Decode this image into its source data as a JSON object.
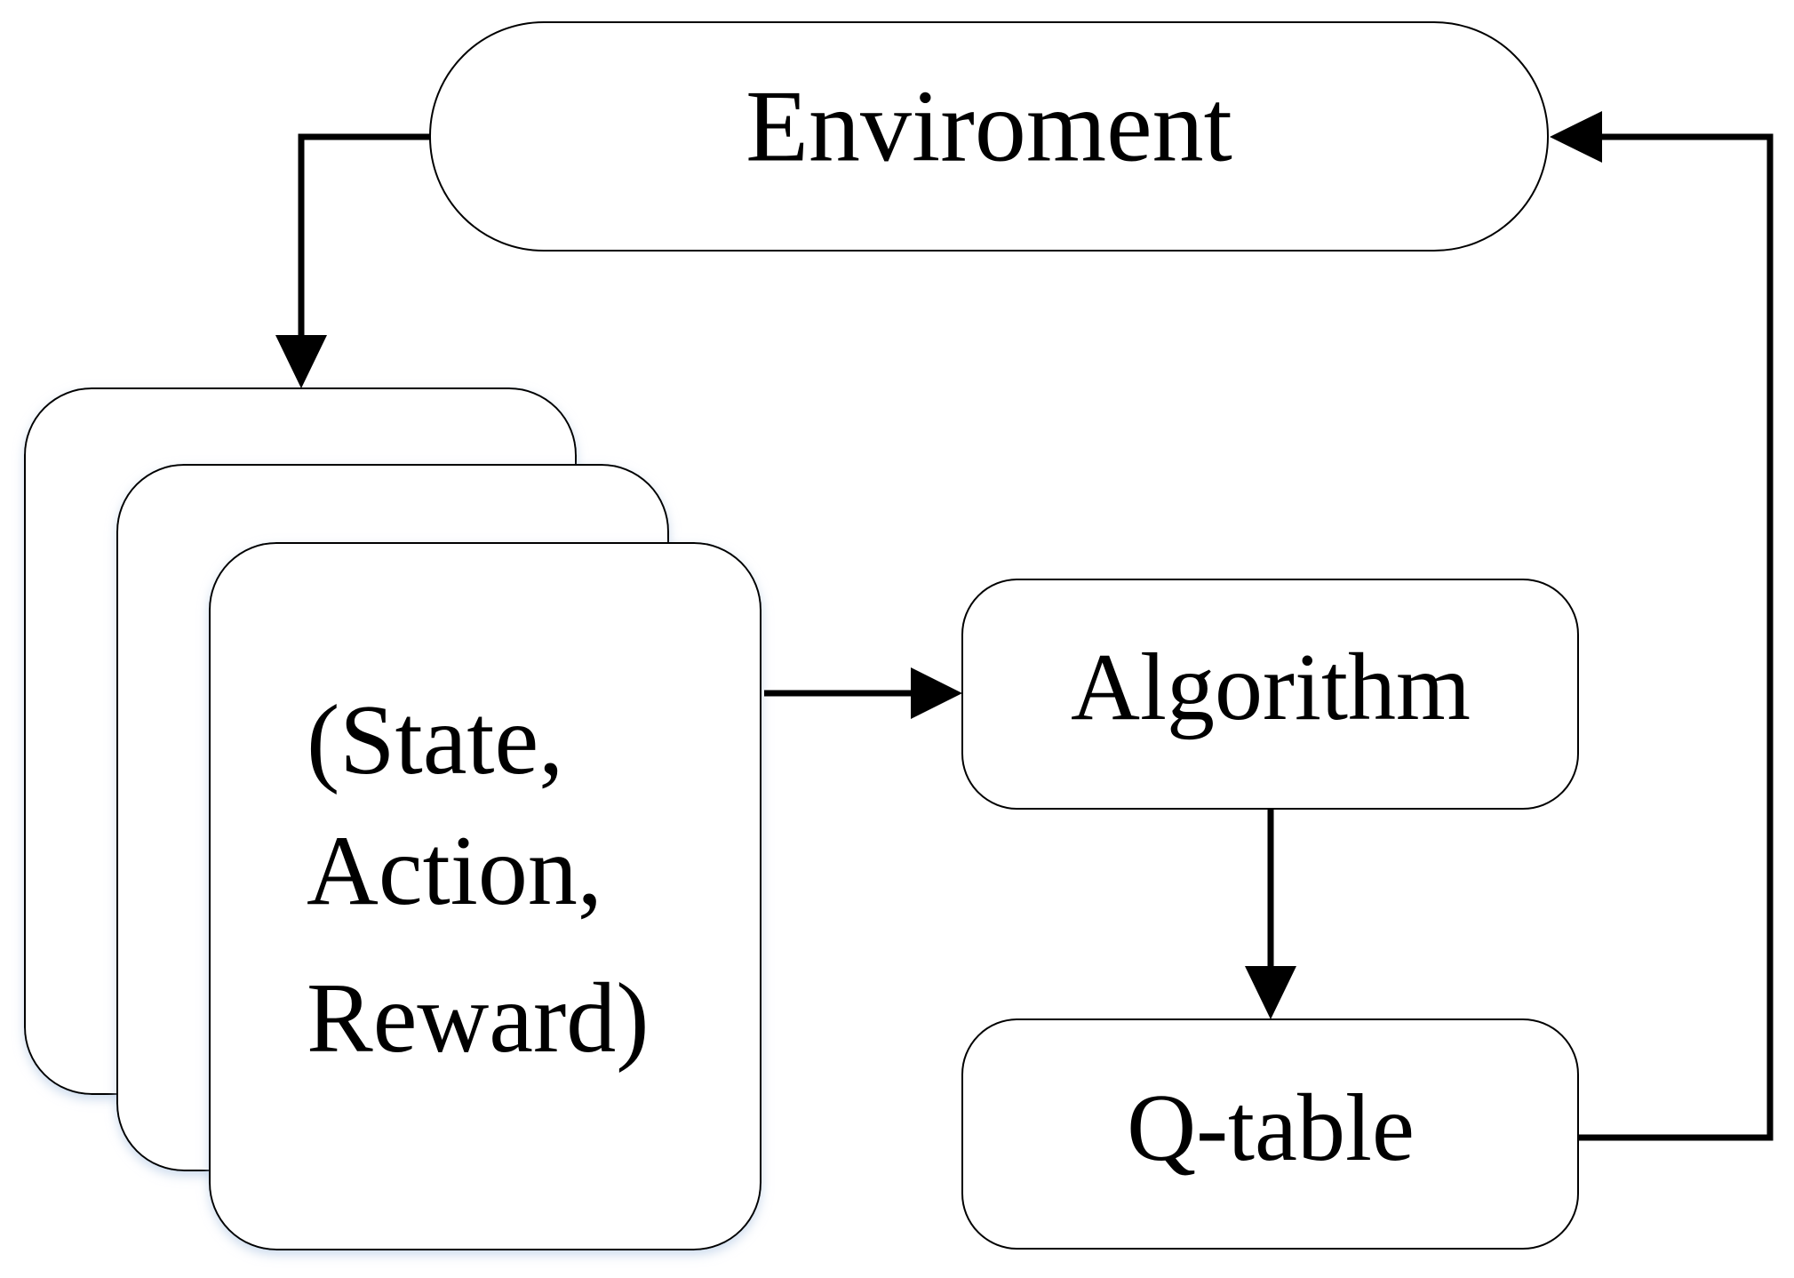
{
  "diagram": {
    "nodes": {
      "environment": {
        "label": "Enviroment"
      },
      "experience": {
        "lines": [
          "(State,",
          "Action,",
          "Reward)"
        ]
      },
      "algorithm": {
        "label": "Algorithm"
      },
      "qtable": {
        "label": "Q-table"
      }
    },
    "edges": [
      {
        "from": "environment",
        "to": "experience"
      },
      {
        "from": "experience",
        "to": "algorithm"
      },
      {
        "from": "algorithm",
        "to": "qtable"
      },
      {
        "from": "qtable",
        "to": "environment"
      }
    ],
    "colors": {
      "stroke": "#000000",
      "fill": "#ffffff",
      "shadow": "#d8e4f2"
    }
  }
}
